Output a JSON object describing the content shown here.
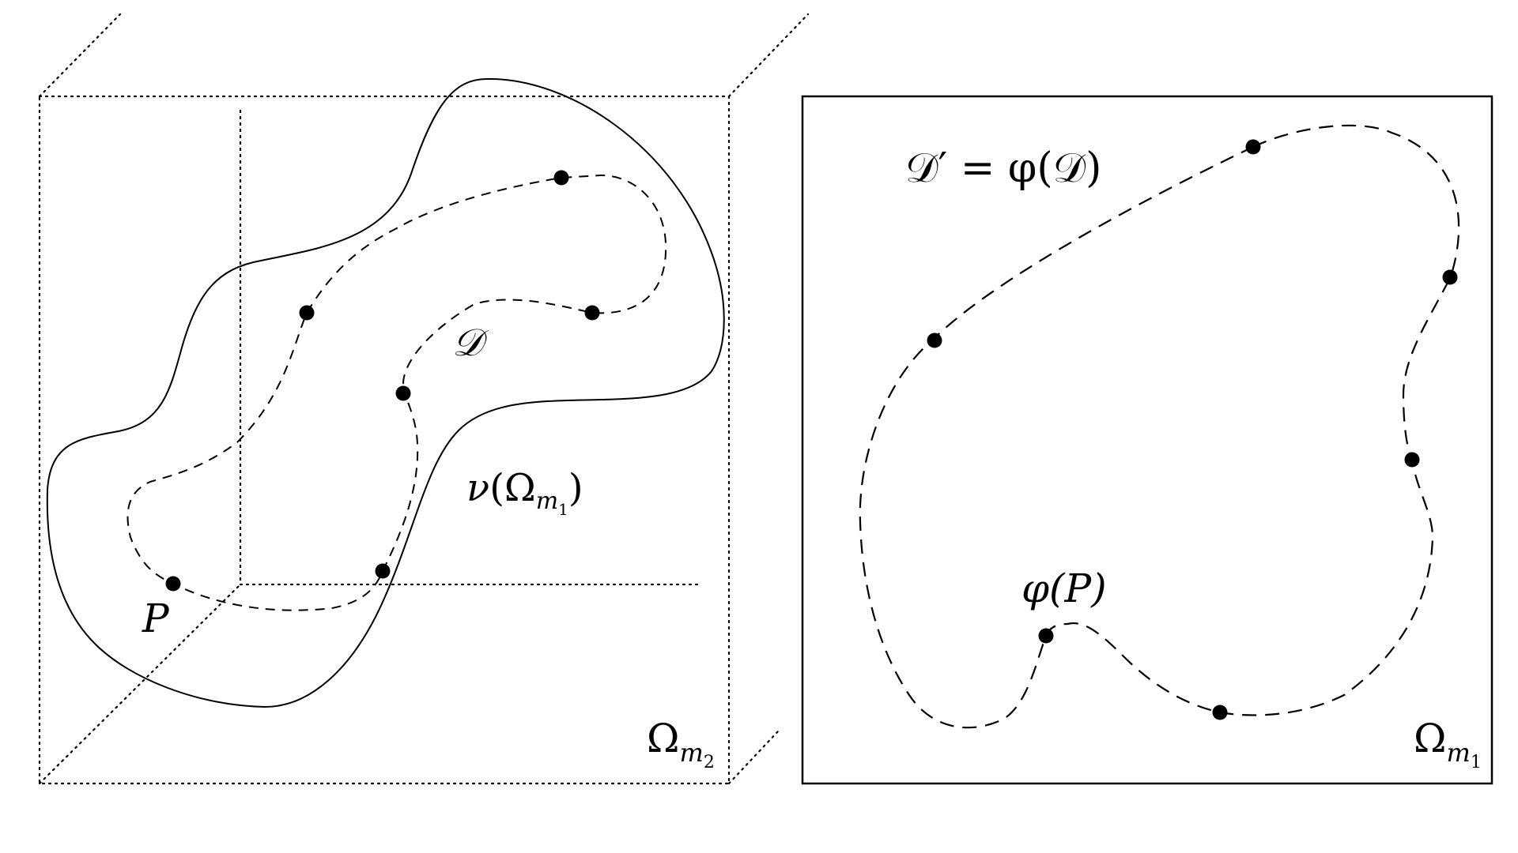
{
  "left_panel": {
    "domain_label_base": "𝒟",
    "image_label": {
      "prefix": "ν",
      "open": "(",
      "omega": "Ω",
      "sub": "m",
      "subsub": "1",
      "close": ")"
    },
    "point_label": "P",
    "space_label": {
      "omega": "Ω",
      "sub": "m",
      "subsub": "2"
    }
  },
  "right_panel": {
    "curve_label": "𝒟′ = φ(𝒟)",
    "point_label": "φ(P)",
    "space_label": {
      "omega": "Ω",
      "sub": "m",
      "subsub": "1"
    }
  },
  "colors": {
    "ink": "#000000",
    "background": "#ffffff"
  }
}
